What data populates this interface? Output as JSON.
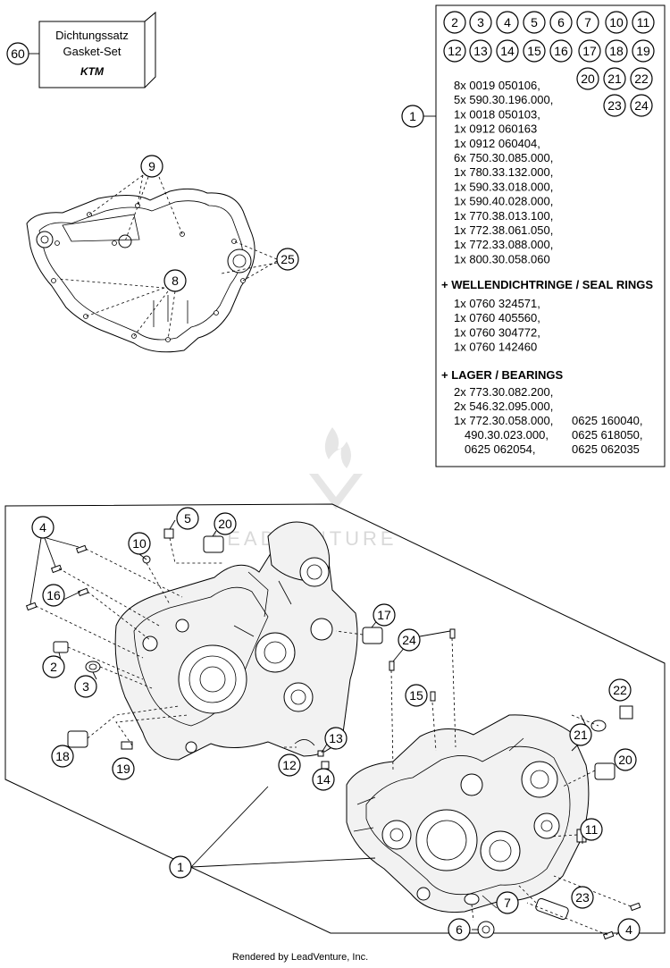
{
  "gasket_set": {
    "callout": "60",
    "line1": "Dichtungssatz",
    "line2": "Gasket-Set",
    "logo_text": "KTM"
  },
  "parts_box": {
    "callout": "1",
    "ref_numbers": [
      "2",
      "3",
      "4",
      "5",
      "6",
      "7",
      "10",
      "11",
      "12",
      "13",
      "14",
      "15",
      "16",
      "17",
      "18",
      "19",
      "20",
      "21",
      "22",
      "23",
      "24"
    ],
    "hardware": [
      "8x 0019 050106,",
      "5x 590.30.196.000,",
      "1x 0018 050103,",
      "1x 0912 060163",
      "1x 0912 060404,",
      "6x 750.30.085.000,",
      "1x 780.33.132.000,",
      "1x 590.33.018.000,",
      "1x 590.40.028.000,",
      "1x 770.38.013.100,",
      "1x 772.38.061.050,",
      "1x 772.33.088.000,",
      "1x 800.30.058.060"
    ],
    "seal_heading": "+ WELLENDICHTRINGE / SEAL RINGS",
    "seals": [
      "1x 0760 324571,",
      "1x 0760 405560,",
      "1x 0760 304772,",
      "1x 0760 142460"
    ],
    "bearing_heading": "+ LAGER / BEARINGS",
    "bearings": [
      "2x 773.30.082.200,",
      "2x 546.32.095.000,",
      "1x 772.30.058.000,",
      "490.30.023.000,",
      "0625 062054,"
    ],
    "bearings_col2": [
      "0625 160040,",
      "0625 618050,",
      "0625 062035"
    ]
  },
  "gasket_callouts": [
    "9",
    "8",
    "25"
  ],
  "engine_callouts": [
    "4",
    "16",
    "2",
    "3",
    "18",
    "19",
    "10",
    "5",
    "20",
    "17",
    "12",
    "13",
    "14",
    "24",
    "15",
    "21",
    "22",
    "20",
    "11",
    "23",
    "7",
    "6",
    "4",
    "1"
  ],
  "watermark": "LEADVENTURE",
  "footer": "Rendered by LeadVenture, Inc."
}
